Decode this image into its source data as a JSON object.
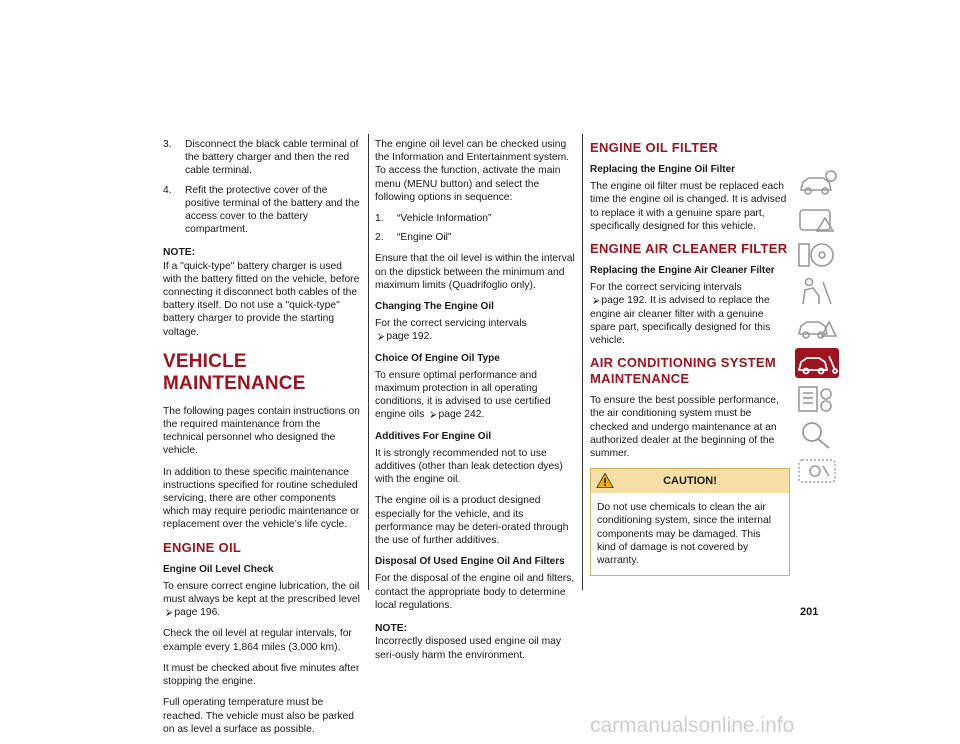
{
  "col1": {
    "list": [
      {
        "num": "3.",
        "text": "Disconnect the black cable terminal of the battery charger and then the red cable terminal."
      },
      {
        "num": "4.",
        "text": "Refit the protective cover of the positive terminal of the battery and the access cover to the battery compartment."
      }
    ],
    "note_label": "NOTE:",
    "note_text": "If a \"quick-type\" battery charger is used with the battery fitted on the vehicle, before connecting it disconnect both cables of the battery itself. Do not use a \"quick-type\" battery charger to provide the starting voltage.",
    "heading": "VEHICLE MAINTENANCE",
    "p1": "The following pages contain instructions on the required maintenance from the technical personnel who designed the vehicle.",
    "p2": "In addition to these specific maintenance instructions specified for routine scheduled servicing, there are other components which may require periodic maintenance or replacement over the vehicle’s life cycle.",
    "section": "ENGINE OIL",
    "sub": "Engine Oil Level Check",
    "p3": "To ensure correct engine lubrication, the oil must always be kept at the prescribed level",
    "p3_ref": "page 196.",
    "p4": "Check the oil level at regular intervals, for example every 1,864 miles (3,000 km).",
    "p5": "It must be checked about five minutes after stopping the engine.",
    "p6": "Full operating temperature must be reached. The vehicle must also be parked on as level a surface as possible."
  },
  "col2": {
    "p1": "The engine oil level can be checked using the Information and Entertainment system. To access the function, activate the main menu (MENU button) and select the following options in sequence:",
    "list": [
      {
        "num": "1.",
        "text": "“Vehicle Information”"
      },
      {
        "num": "2.",
        "text": "“Engine Oil”"
      }
    ],
    "p2": "Ensure that the oil level is within the interval on the dipstick between the minimum and maximum limits (Quadrifoglio only).",
    "sub1": "Changing The Engine Oil",
    "p3": "For the correct servicing intervals",
    "p3_ref": "page 192.",
    "sub2": "Choice Of Engine Oil Type",
    "p4": "To ensure optimal performance and maximum protection in all operating conditions, it is advised to use certified engine oils",
    "p4_ref": "page 242.",
    "sub3": "Additives For Engine Oil",
    "p5": "It is strongly recommended not to use additives (other than leak detection dyes) with the engine oil.",
    "p6": "The engine oil is a product designed especially for the vehicle, and its performance may be deteri-orated through the use of further additives.",
    "sub4": "Disposal Of Used Engine Oil And Filters",
    "p7": "For the disposal of the engine oil and filters, contact the appropriate body to determine local regulations.",
    "note_label": "NOTE:",
    "note_text": "Incorrectly disposed used engine oil may seri-ously harm the environment."
  },
  "col3": {
    "section1": "ENGINE OIL FILTER",
    "sub1": "Replacing the Engine Oil Filter",
    "p1": "The engine oil filter must be replaced each time the engine oil is changed. It is advised to replace it with a genuine spare part, specifically designed for this vehicle.",
    "section2": "ENGINE AIR CLEANER FILTER",
    "sub2": "Replacing the Engine Air Cleaner Filter",
    "p2_pre": "For the correct servicing intervals",
    "p2_ref": "page 192.",
    "p2_post": "It is advised to replace the engine air cleaner filter with a genuine spare part, specifically designed for this vehicle.",
    "section3_line1": "AIR CONDITIONING SYSTEM",
    "section3_line2": "MAINTENANCE",
    "p3": "To ensure the best possible performance, the air conditioning system must be checked and undergo maintenance at an authorized dealer at the beginning of the summer.",
    "caution_title": "CAUTION!",
    "caution_text": "Do not use chemicals to clean the air conditioning system, since the internal components may be damaged. This kind of damage is not covered by warranty."
  },
  "page_number": "201",
  "arrow_glyph": "⮚",
  "sidebar": {
    "icons": [
      "car-info-icon",
      "dashboard-warning-icon",
      "steering-wheel-icon",
      "seat-belt-icon",
      "car-emergency-icon",
      "car-service-icon",
      "specs-list-icon",
      "search-icon",
      "multimedia-icon"
    ],
    "active_index": 5,
    "active_color": "#a1121f",
    "icon_color": "#9a9a9a"
  },
  "watermark": "carmanualsonline.info"
}
